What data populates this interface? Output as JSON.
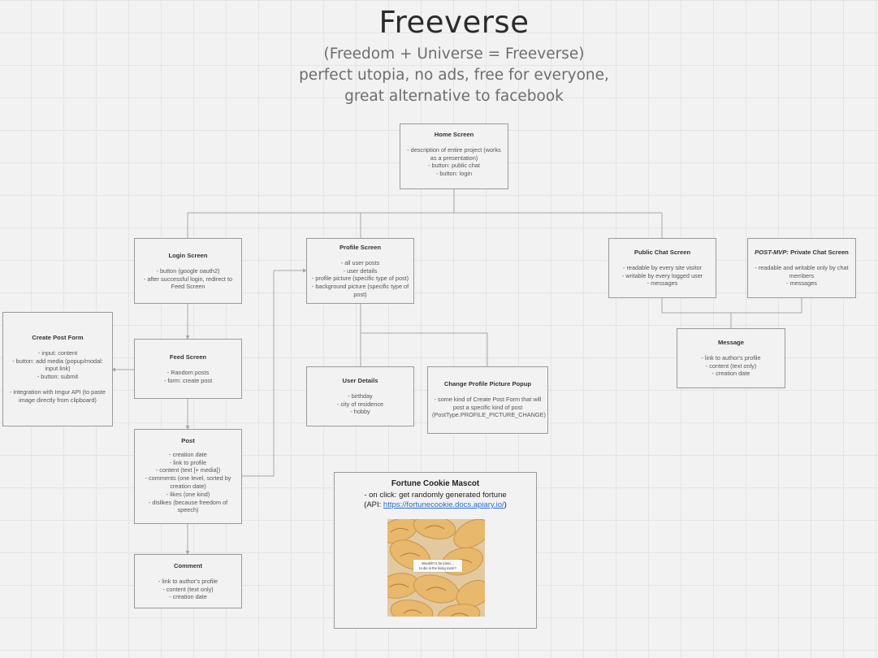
{
  "header": {
    "title": "Freeverse",
    "subtitle_lines": [
      "(Freedom + Universe = Freeverse)",
      "perfect utopia, no ads, free for everyone,",
      "great alternative to facebook"
    ]
  },
  "boxes": {
    "home": {
      "title": "Home Screen",
      "lines": [
        "- description of entire project (works",
        "as a presentation)",
        "- button: public chat",
        "- button: login"
      ]
    },
    "login": {
      "title": "Login Screen",
      "lines": [
        "- button (google oauth2)",
        "- after successful login, redirect to",
        "Feed Screen"
      ]
    },
    "profile": {
      "title": "Profile Screen",
      "lines": [
        "- all user posts",
        "- user details",
        "- profile picture (specific type of post)",
        "- background picture (specific type of",
        "post)"
      ]
    },
    "public_chat": {
      "title": "Public Chat Screen",
      "lines": [
        "- readable by every site visitor",
        "- writable by every logged user",
        "- messages"
      ]
    },
    "private_chat": {
      "title_prefix": "POST-MVP:",
      "title": " Private Chat Screen",
      "lines": [
        "- readable and writable only by chat",
        "members",
        "- messages"
      ]
    },
    "message": {
      "title": "Message",
      "lines": [
        "- link to author's profile",
        "- content (text only)",
        "- creation date"
      ]
    },
    "create_post": {
      "title": "Create Post Form",
      "lines": [
        "- input: content",
        "- button: add media (popup/modal:",
        "input link)",
        "- button: submit"
      ],
      "lines_after_gap": [
        "- integration with Imgur API (to paste",
        "image directly from clipboard)"
      ]
    },
    "feed": {
      "title": "Feed Screen",
      "lines": [
        "- Random posts",
        "- form: create post"
      ]
    },
    "user_details": {
      "title": "User Details",
      "lines": [
        "- birthday",
        "- city of residence",
        "- hobby"
      ]
    },
    "change_picture": {
      "title": "Change Profile Picture Popup",
      "lines": [
        "- some kind of Create Post Form that will",
        "post a specific kind of post",
        "(PostType.PROFILE_PICTURE_CHANGE)"
      ]
    },
    "post": {
      "title": "Post",
      "lines": [
        "- creation date",
        "- link to profile",
        "- content (text [+ media])",
        "- comments (one level, sorted by",
        "creation date)",
        "- likes (one kind)",
        "- dislikes (because freedom of",
        "speech)"
      ]
    },
    "comment": {
      "title": "Comment",
      "lines": [
        "- link to author's profile",
        "- content (text only)",
        "- creation date"
      ]
    }
  },
  "fortune": {
    "title": "Fortune Cookie Mascot",
    "line1": "- on click: get randomly generated fortune",
    "api_prefix": "(API: ",
    "api_link": "https://fortunecookie.docs.apiary.io/",
    "api_suffix": ")",
    "image_note_line1": "Wouldn't it be ironic...",
    "image_note_line2": "to die in the living room?"
  },
  "colors": {
    "background": "#f2f2f2",
    "grid": "#e4e4e4",
    "box_border": "#9a9a9a",
    "connector": "#a8a8a8",
    "link": "#2a6ad6"
  }
}
